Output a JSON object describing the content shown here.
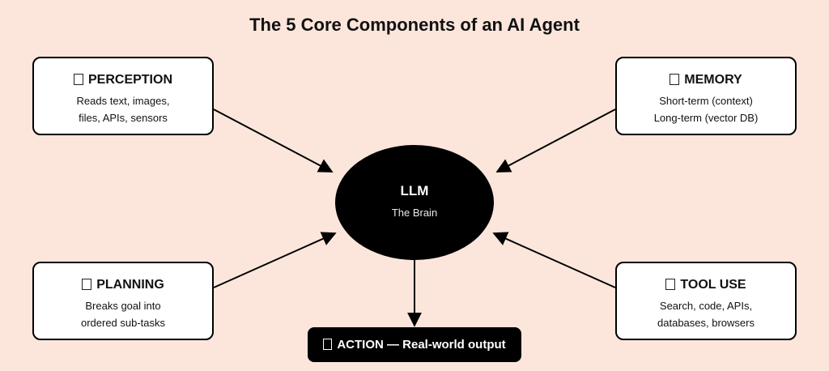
{
  "title": "The 5 Core Components of an AI Agent",
  "center": {
    "title": "LLM",
    "subtitle": "The Brain",
    "fill": "#000000"
  },
  "components": {
    "perception": {
      "label": "PERCEPTION",
      "lines": [
        "Reads text, images,",
        "files, APIs, sensors"
      ]
    },
    "memory": {
      "label": "MEMORY",
      "lines": [
        "Short-term (context)",
        "Long-term (vector DB)"
      ]
    },
    "planning": {
      "label": "PLANNING",
      "lines": [
        "Breaks goal into",
        "ordered sub-tasks"
      ]
    },
    "tool_use": {
      "label": "TOOL USE",
      "lines": [
        "Search, code, APIs,",
        "databases, browsers"
      ]
    }
  },
  "action": {
    "label": "ACTION — Real-world output"
  },
  "colors": {
    "background": "#fce6dc",
    "box": "#ffffff",
    "border": "#000000",
    "dark": "#000000"
  }
}
